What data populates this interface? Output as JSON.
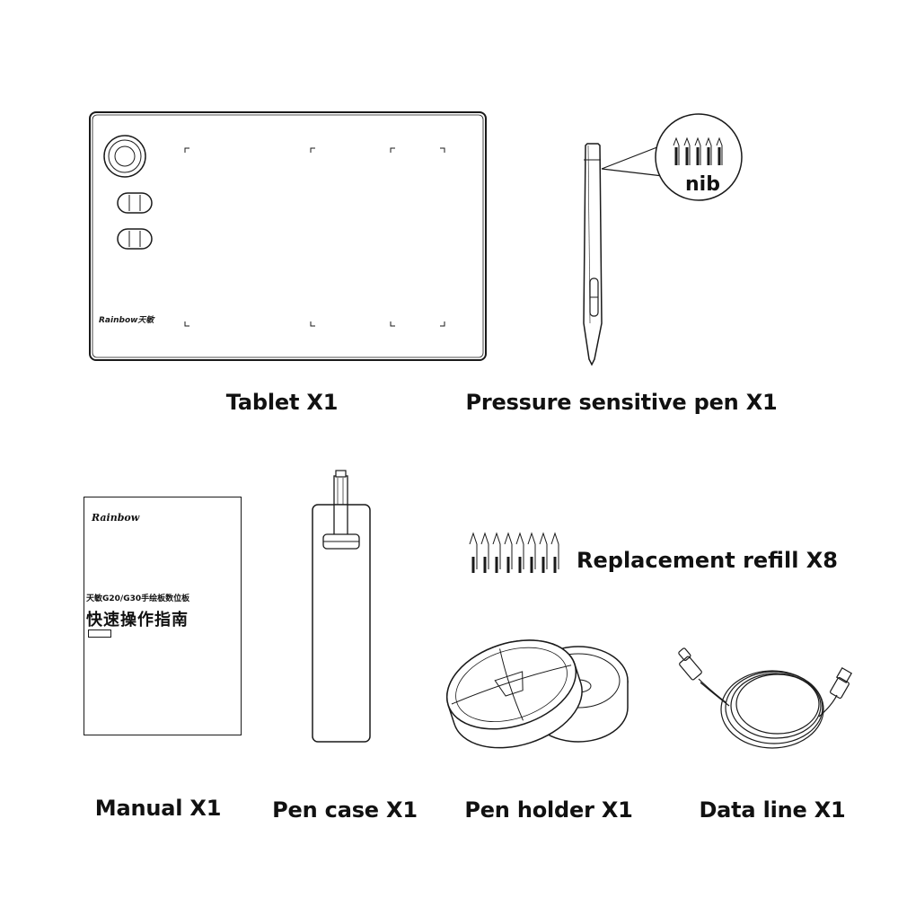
{
  "items": {
    "tablet": {
      "label": "Tablet X1"
    },
    "pen": {
      "label": "Pressure sensitive pen X1",
      "callout": "nib"
    },
    "manual": {
      "label": "Manual X1",
      "brand": "Rainbow",
      "subtitle": "天敏G20/G30手绘板数位板",
      "title": "快速操作指南"
    },
    "pen_case": {
      "label": "Pen case X1"
    },
    "refill": {
      "label": "Replacement refill X8",
      "count": 8
    },
    "pen_holder": {
      "label": "Pen holder X1"
    },
    "data_line": {
      "label": "Data line X1"
    }
  },
  "colors": {
    "line": "#1a1a1a",
    "text": "#111111"
  }
}
